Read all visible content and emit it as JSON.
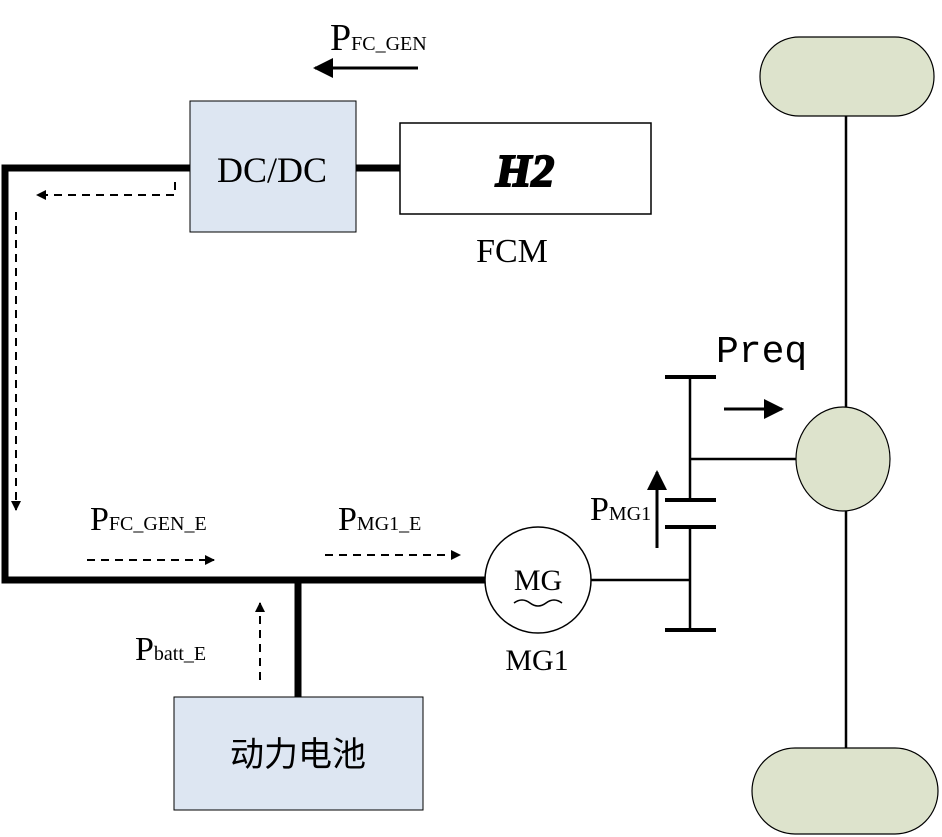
{
  "blocks": {
    "dcdc": {
      "label": "DC/DC"
    },
    "fuel_cell": {
      "symbol": "H2",
      "caption": "FCM"
    },
    "battery": {
      "label": "动力电池"
    },
    "motor": {
      "inner_label": "MG",
      "caption": "MG1"
    }
  },
  "power_flows": {
    "fc_gen": {
      "main": "P",
      "sub": "FC_GEN"
    },
    "fc_gen_e": {
      "main": "P",
      "sub": "FC_GEN_E"
    },
    "mg1_e": {
      "main": "P",
      "sub": "MG1_E"
    },
    "batt_e": {
      "main": "P",
      "sub": "batt_E"
    },
    "mg1": {
      "main": "P",
      "sub": "MG1"
    },
    "req": {
      "label": "Preq"
    }
  },
  "colors": {
    "block_blue": "#dde6f2",
    "wheel_green": "#dde3cc",
    "line": "#000000"
  }
}
